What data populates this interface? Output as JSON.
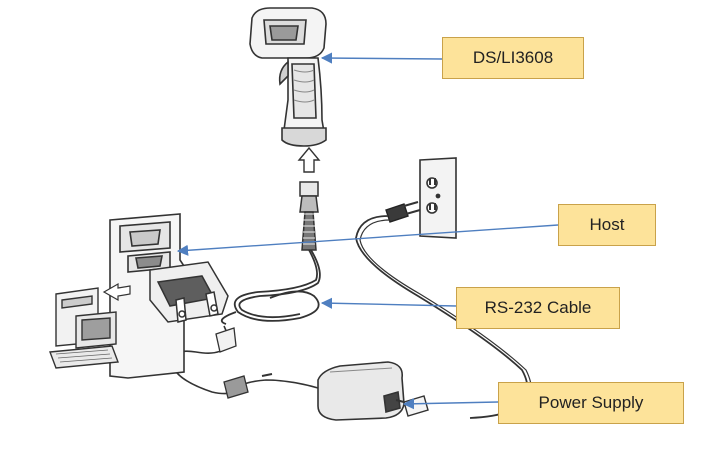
{
  "labels": {
    "scanner": "DS/LI3608",
    "host": "Host",
    "cable": "RS-232 Cable",
    "power": "Power Supply"
  },
  "colors": {
    "callout_fill": "#fde39a",
    "callout_border": "#c9a24a",
    "leader_line": "#4f7fc0",
    "drawing_line": "#333333"
  }
}
